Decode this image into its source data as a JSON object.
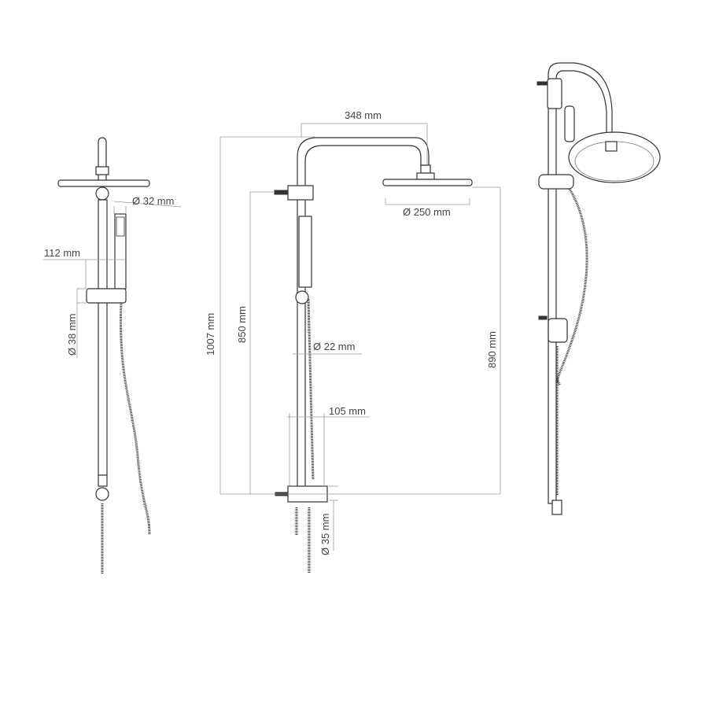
{
  "dimensions": {
    "arm_length": "348 mm",
    "head_diameter": "Ø 250 mm",
    "total_height": "1007 mm",
    "rail_height": "850 mm",
    "head_height": "890 mm",
    "pipe_diameter": "Ø 22 mm",
    "mixer_width": "105 mm",
    "mixer_diameter": "Ø 35 mm",
    "hand_shower_diameter": "Ø 32 mm",
    "holder_offset": "112 mm",
    "holder_diameter": "Ø 38 mm"
  }
}
